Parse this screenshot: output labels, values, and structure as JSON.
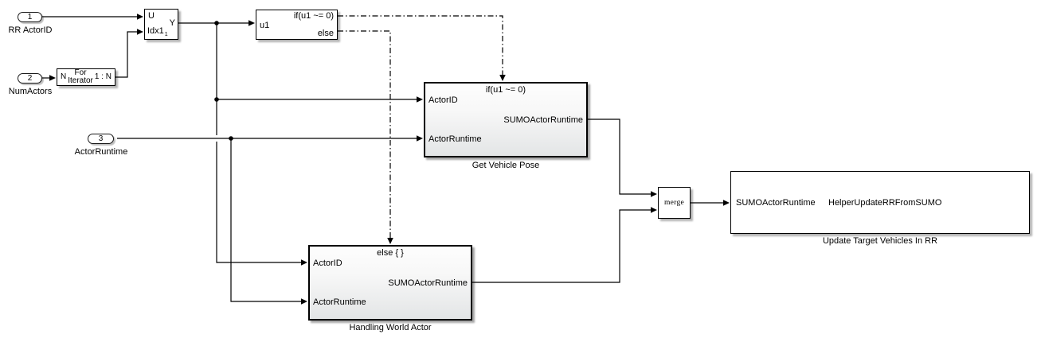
{
  "diagram": {
    "colors": {
      "background": "#ffffff",
      "wire": "#000000",
      "block_border": "#000000",
      "subsystem_fill_top": "#fdfdfd",
      "subsystem_fill_bottom": "#e3e5e6"
    },
    "inports": [
      {
        "number": "1",
        "label": "RR ActorID"
      },
      {
        "number": "2",
        "label": "NumActors"
      },
      {
        "number": "3",
        "label": "ActorRuntime"
      }
    ],
    "selector_block": {
      "port_u": "U",
      "port_idx": "Idx1",
      "idx_subscript": "1",
      "port_y": "Y"
    },
    "for_iterator_block": {
      "port_n": "N",
      "title_line1": "For",
      "title_line2": "Iterator",
      "port_range": "1 : N"
    },
    "if_block": {
      "port_u1": "u1",
      "port_if": "if(u1 ~= 0)",
      "port_else": "else"
    },
    "get_vehicle_pose": {
      "action_label": "if(u1 ~= 0)",
      "port_actor_id": "ActorID",
      "port_actor_runtime": "ActorRuntime",
      "port_out": "SUMOActorRuntime",
      "name": "Get Vehicle Pose"
    },
    "handling_world_actor": {
      "action_label": "else { }",
      "port_actor_id": "ActorID",
      "port_actor_runtime": "ActorRuntime",
      "port_out": "SUMOActorRuntime",
      "name": "Handling World Actor"
    },
    "merge_block": {
      "label": "merge"
    },
    "update_block": {
      "port_in": "SUMOActorRuntime",
      "function_label": "HelperUpdateRRFromSUMO",
      "name": "Update Target Vehicles In RR"
    }
  }
}
